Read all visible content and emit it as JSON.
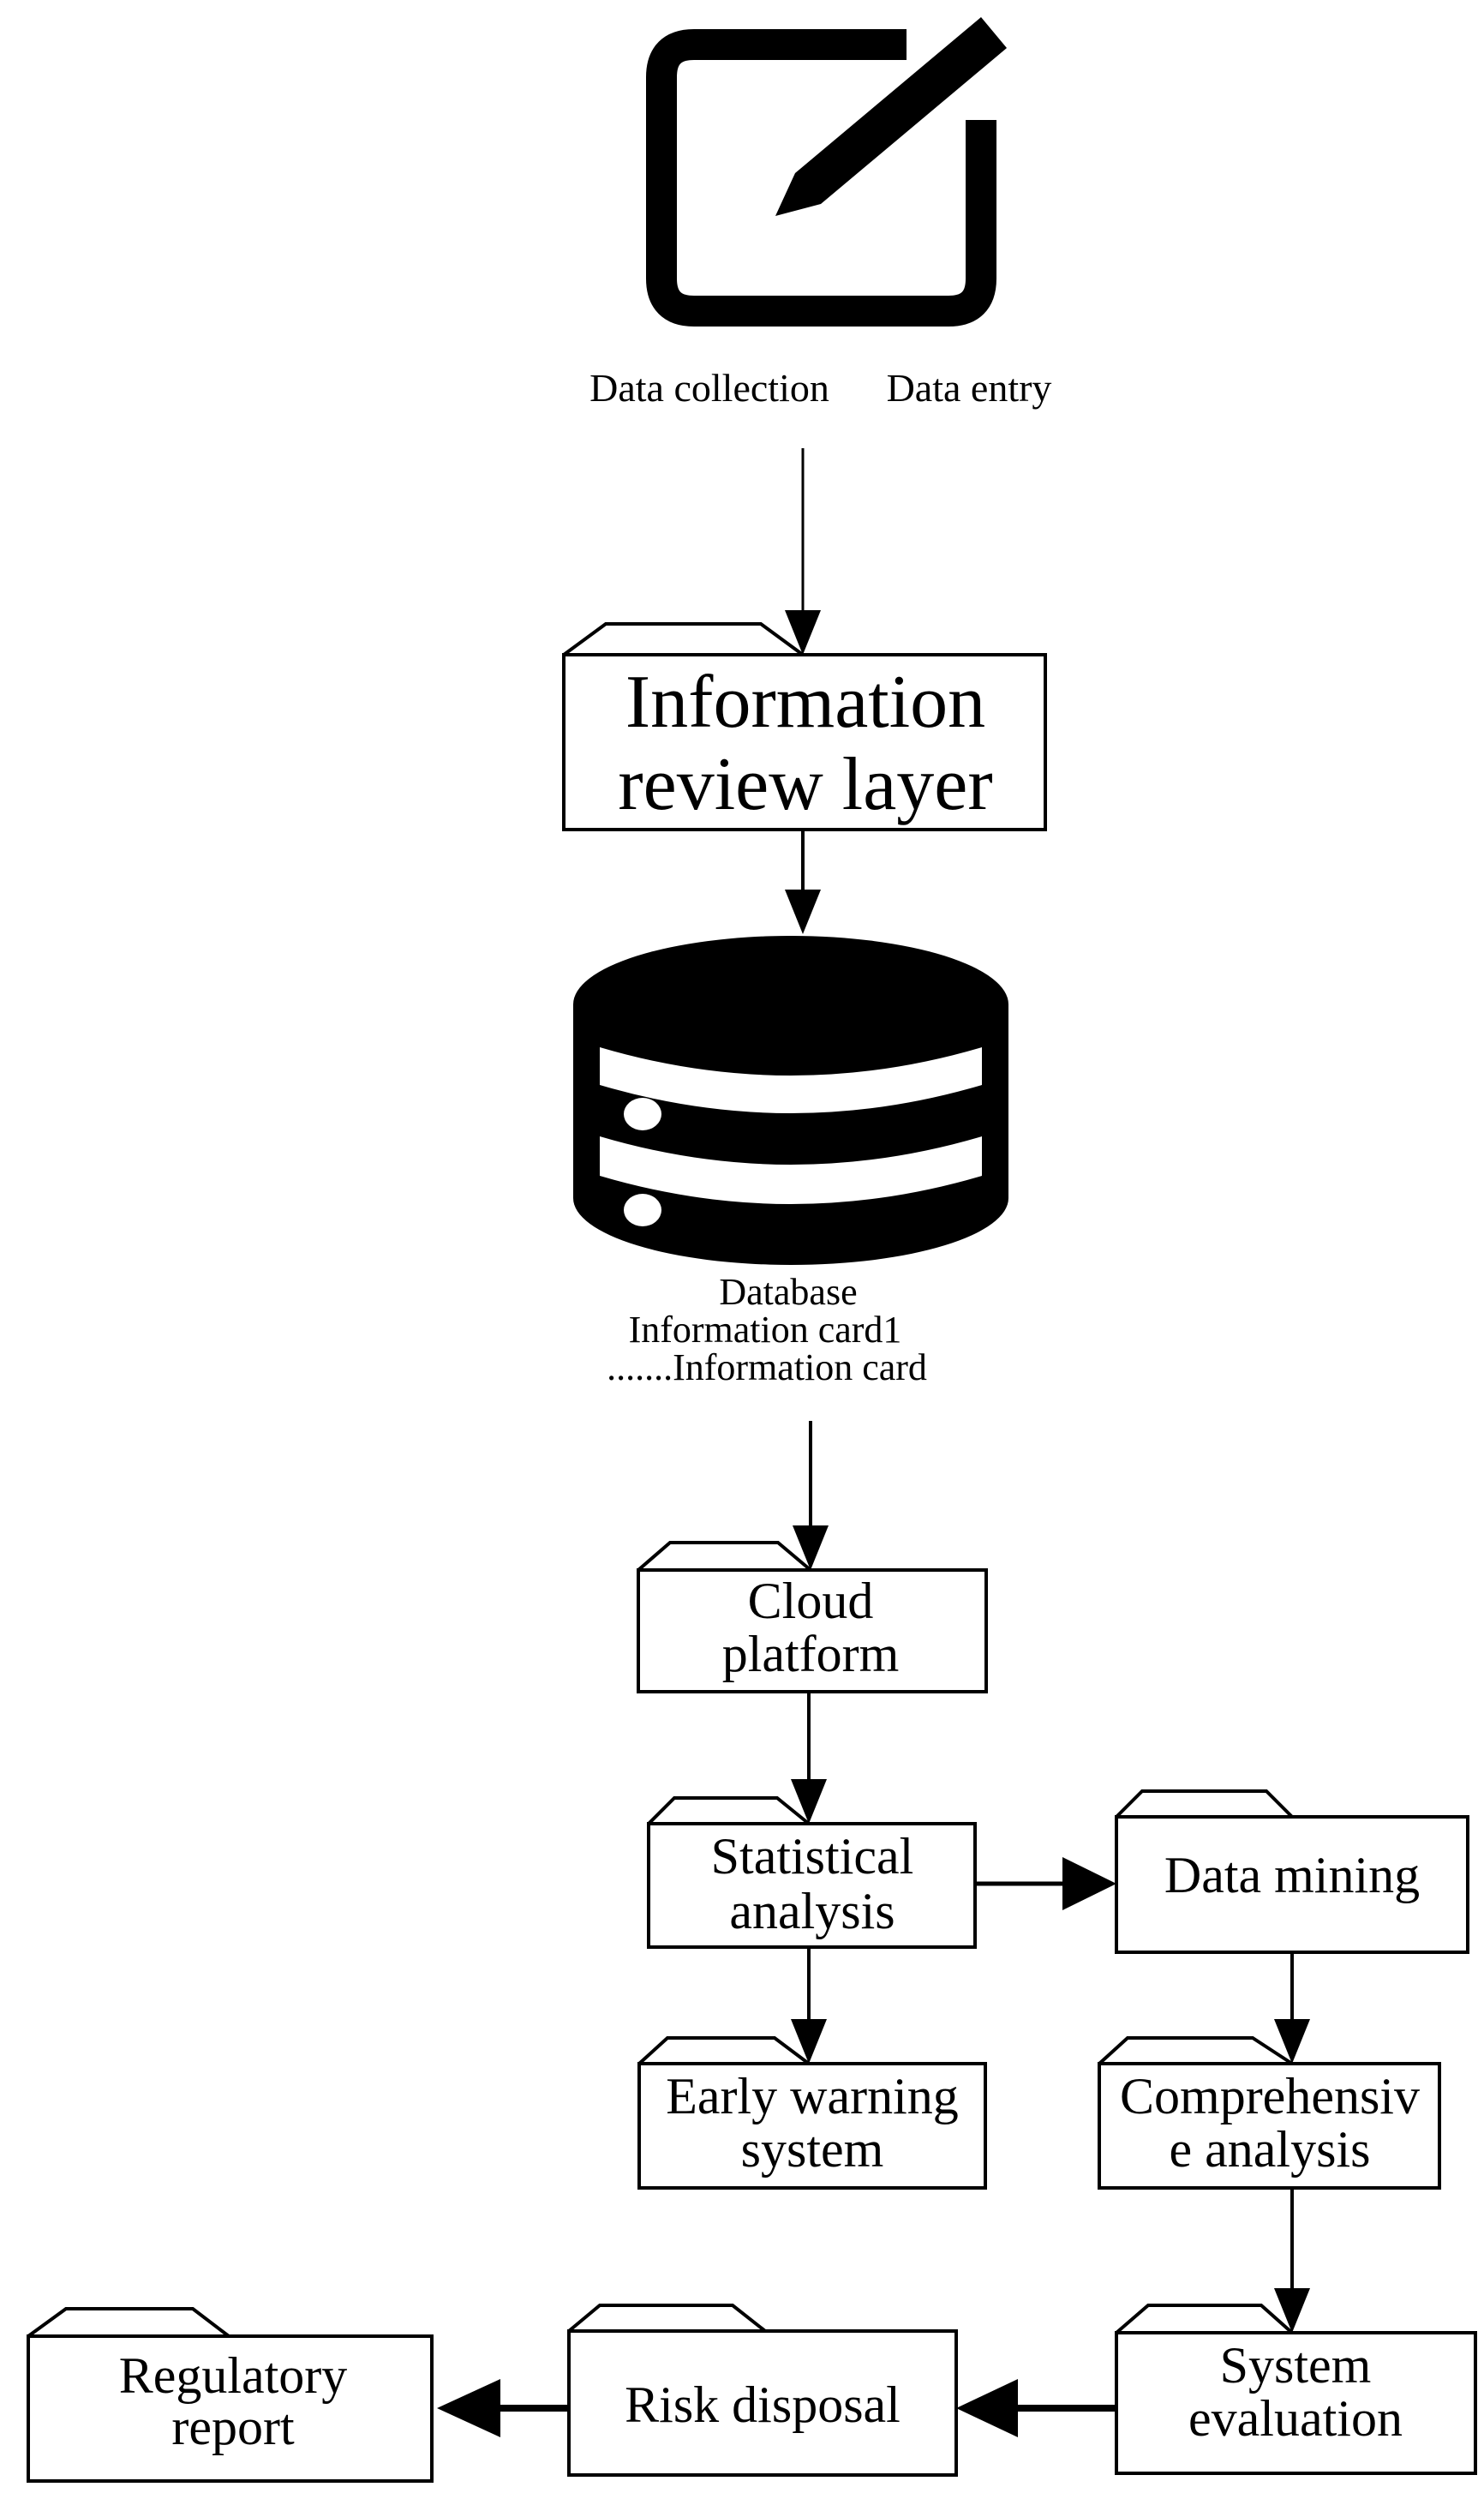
{
  "diagram": {
    "type": "flowchart",
    "colors": {
      "ink": "#000000",
      "background": "#ffffff"
    },
    "icons": {
      "edit": "edit-pen-icon",
      "database": "database-icon"
    },
    "source_labels": {
      "collection": "Data collection",
      "entry": "Data entry"
    },
    "nodes": {
      "info_review": {
        "line1": "Information",
        "line2": "review layer"
      },
      "database_caption": {
        "line1": "Database",
        "line2": "Information card1",
        "line3": ".......Information card"
      },
      "cloud": {
        "line1": "Cloud",
        "line2": "platform"
      },
      "statistical": {
        "line1": "Statistical",
        "line2": "analysis"
      },
      "data_mining": {
        "label": "Data mining"
      },
      "early_warning": {
        "line1": "Early warning",
        "line2": "system"
      },
      "comprehensive": {
        "line1": "Comprehensiv",
        "line2": "e analysis"
      },
      "system_evaluation": {
        "line1": "System",
        "line2": "evaluation"
      },
      "risk_disposal": {
        "label": "Risk disposal"
      },
      "regulatory_report": {
        "line1": "Regulatory",
        "line2": "report"
      }
    },
    "flow": [
      "Data collection / Data entry -> Information review layer",
      "Information review layer -> Database",
      "Database -> Cloud platform",
      "Cloud platform -> Statistical analysis",
      "Statistical analysis -> Data mining",
      "Statistical analysis -> Early warning system",
      "Data mining -> Comprehensive analysis",
      "Comprehensive analysis -> System evaluation",
      "System evaluation -> Risk disposal",
      "Risk disposal -> Regulatory report"
    ]
  }
}
